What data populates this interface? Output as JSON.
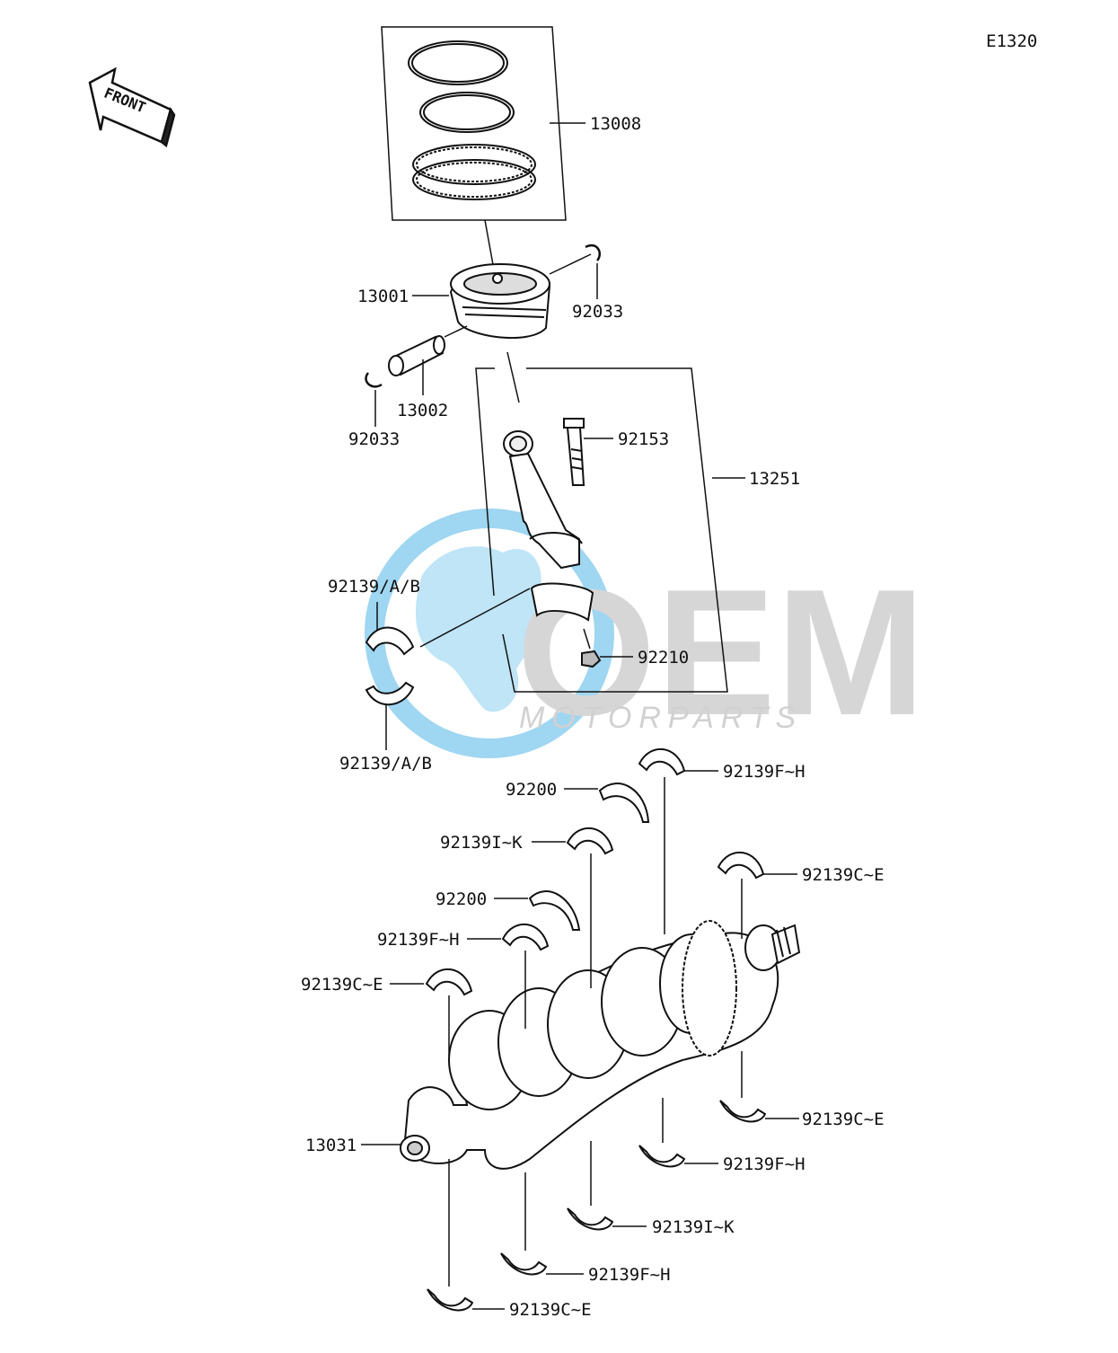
{
  "diagram_code": "E1320",
  "front_label": "FRONT",
  "watermark": {
    "brand": "OEM",
    "sub": "MOTORPARTS",
    "color": "#c9c9c9",
    "globe_color": "#2aa3dc"
  },
  "parts": {
    "p13008": "13008",
    "p13001": "13001",
    "p92033_right": "92033",
    "p13002": "13002",
    "p92033_left": "92033",
    "p92153": "92153",
    "p13251": "13251",
    "p92139ab_top": "92139/A/B",
    "p92139ab_bottom": "92139/A/B",
    "p92210": "92210",
    "p92139fh_1": "92139F~H",
    "p92200_1": "92200",
    "p92139ik_1": "92139I~K",
    "p92139ce_1": "92139C~E",
    "p92200_2": "92200",
    "p92139fh_2": "92139F~H",
    "p92139ce_2": "92139C~E",
    "p13031": "13031",
    "p92139ce_3": "92139C~E",
    "p92139fh_3": "92139F~H",
    "p92139ik_2": "92139I~K",
    "p92139fh_4": "92139F~H",
    "p92139ce_4": "92139C~E"
  }
}
